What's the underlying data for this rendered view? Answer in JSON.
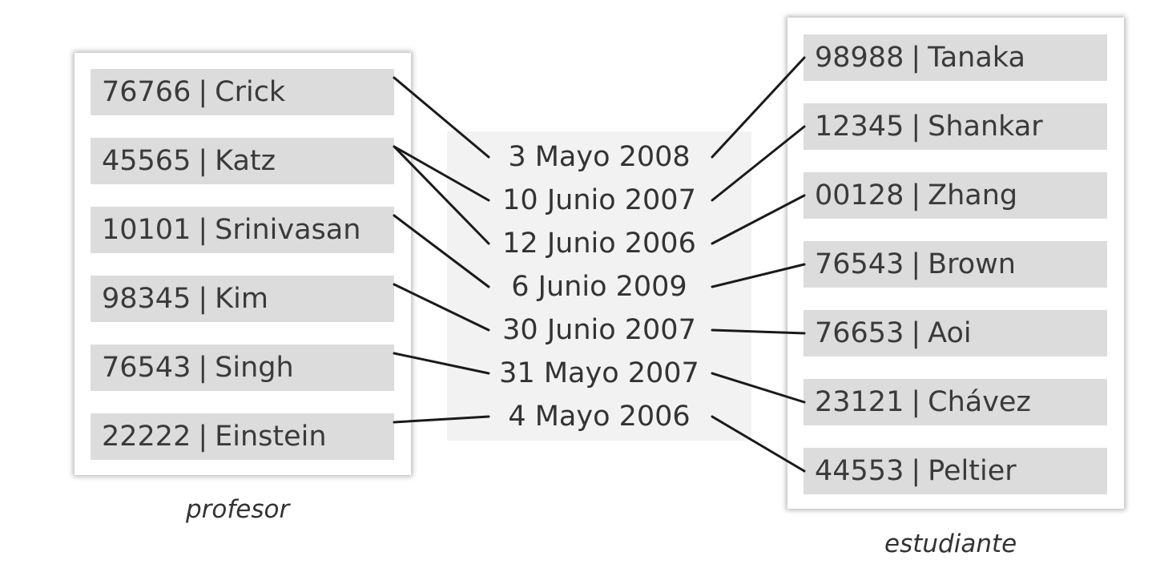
{
  "profesor": {
    "caption": "profesor",
    "rows": [
      {
        "id": "76766",
        "name": "Crick"
      },
      {
        "id": "45565",
        "name": "Katz"
      },
      {
        "id": "10101",
        "name": "Srinivasan"
      },
      {
        "id": "98345",
        "name": "Kim"
      },
      {
        "id": "76543",
        "name": "Singh"
      },
      {
        "id": "22222",
        "name": "Einstein"
      }
    ]
  },
  "dates": [
    "3 Mayo 2008",
    "10 Junio 2007",
    "12 Junio 2006",
    "6 Junio 2009",
    "30 Junio 2007",
    "31 Mayo 2007",
    "4 Mayo 2006"
  ],
  "estudiante": {
    "caption": "estudiante",
    "rows": [
      {
        "id": "98988",
        "name": "Tanaka"
      },
      {
        "id": "12345",
        "name": "Shankar"
      },
      {
        "id": "00128",
        "name": "Zhang"
      },
      {
        "id": "76543",
        "name": "Brown"
      },
      {
        "id": "76653",
        "name": "Aoi"
      },
      {
        "id": "23121",
        "name": "Chávez"
      },
      {
        "id": "44553",
        "name": "Peltier"
      }
    ]
  },
  "separator": "|",
  "links": {
    "profesor_to_date": [
      [
        0,
        0
      ],
      [
        1,
        1
      ],
      [
        1,
        2
      ],
      [
        2,
        3
      ],
      [
        3,
        4
      ],
      [
        4,
        5
      ],
      [
        5,
        6
      ]
    ],
    "date_to_estudiante": [
      [
        0,
        0
      ],
      [
        1,
        1
      ],
      [
        2,
        2
      ],
      [
        3,
        3
      ],
      [
        4,
        4
      ],
      [
        5,
        5
      ],
      [
        6,
        6
      ]
    ]
  }
}
